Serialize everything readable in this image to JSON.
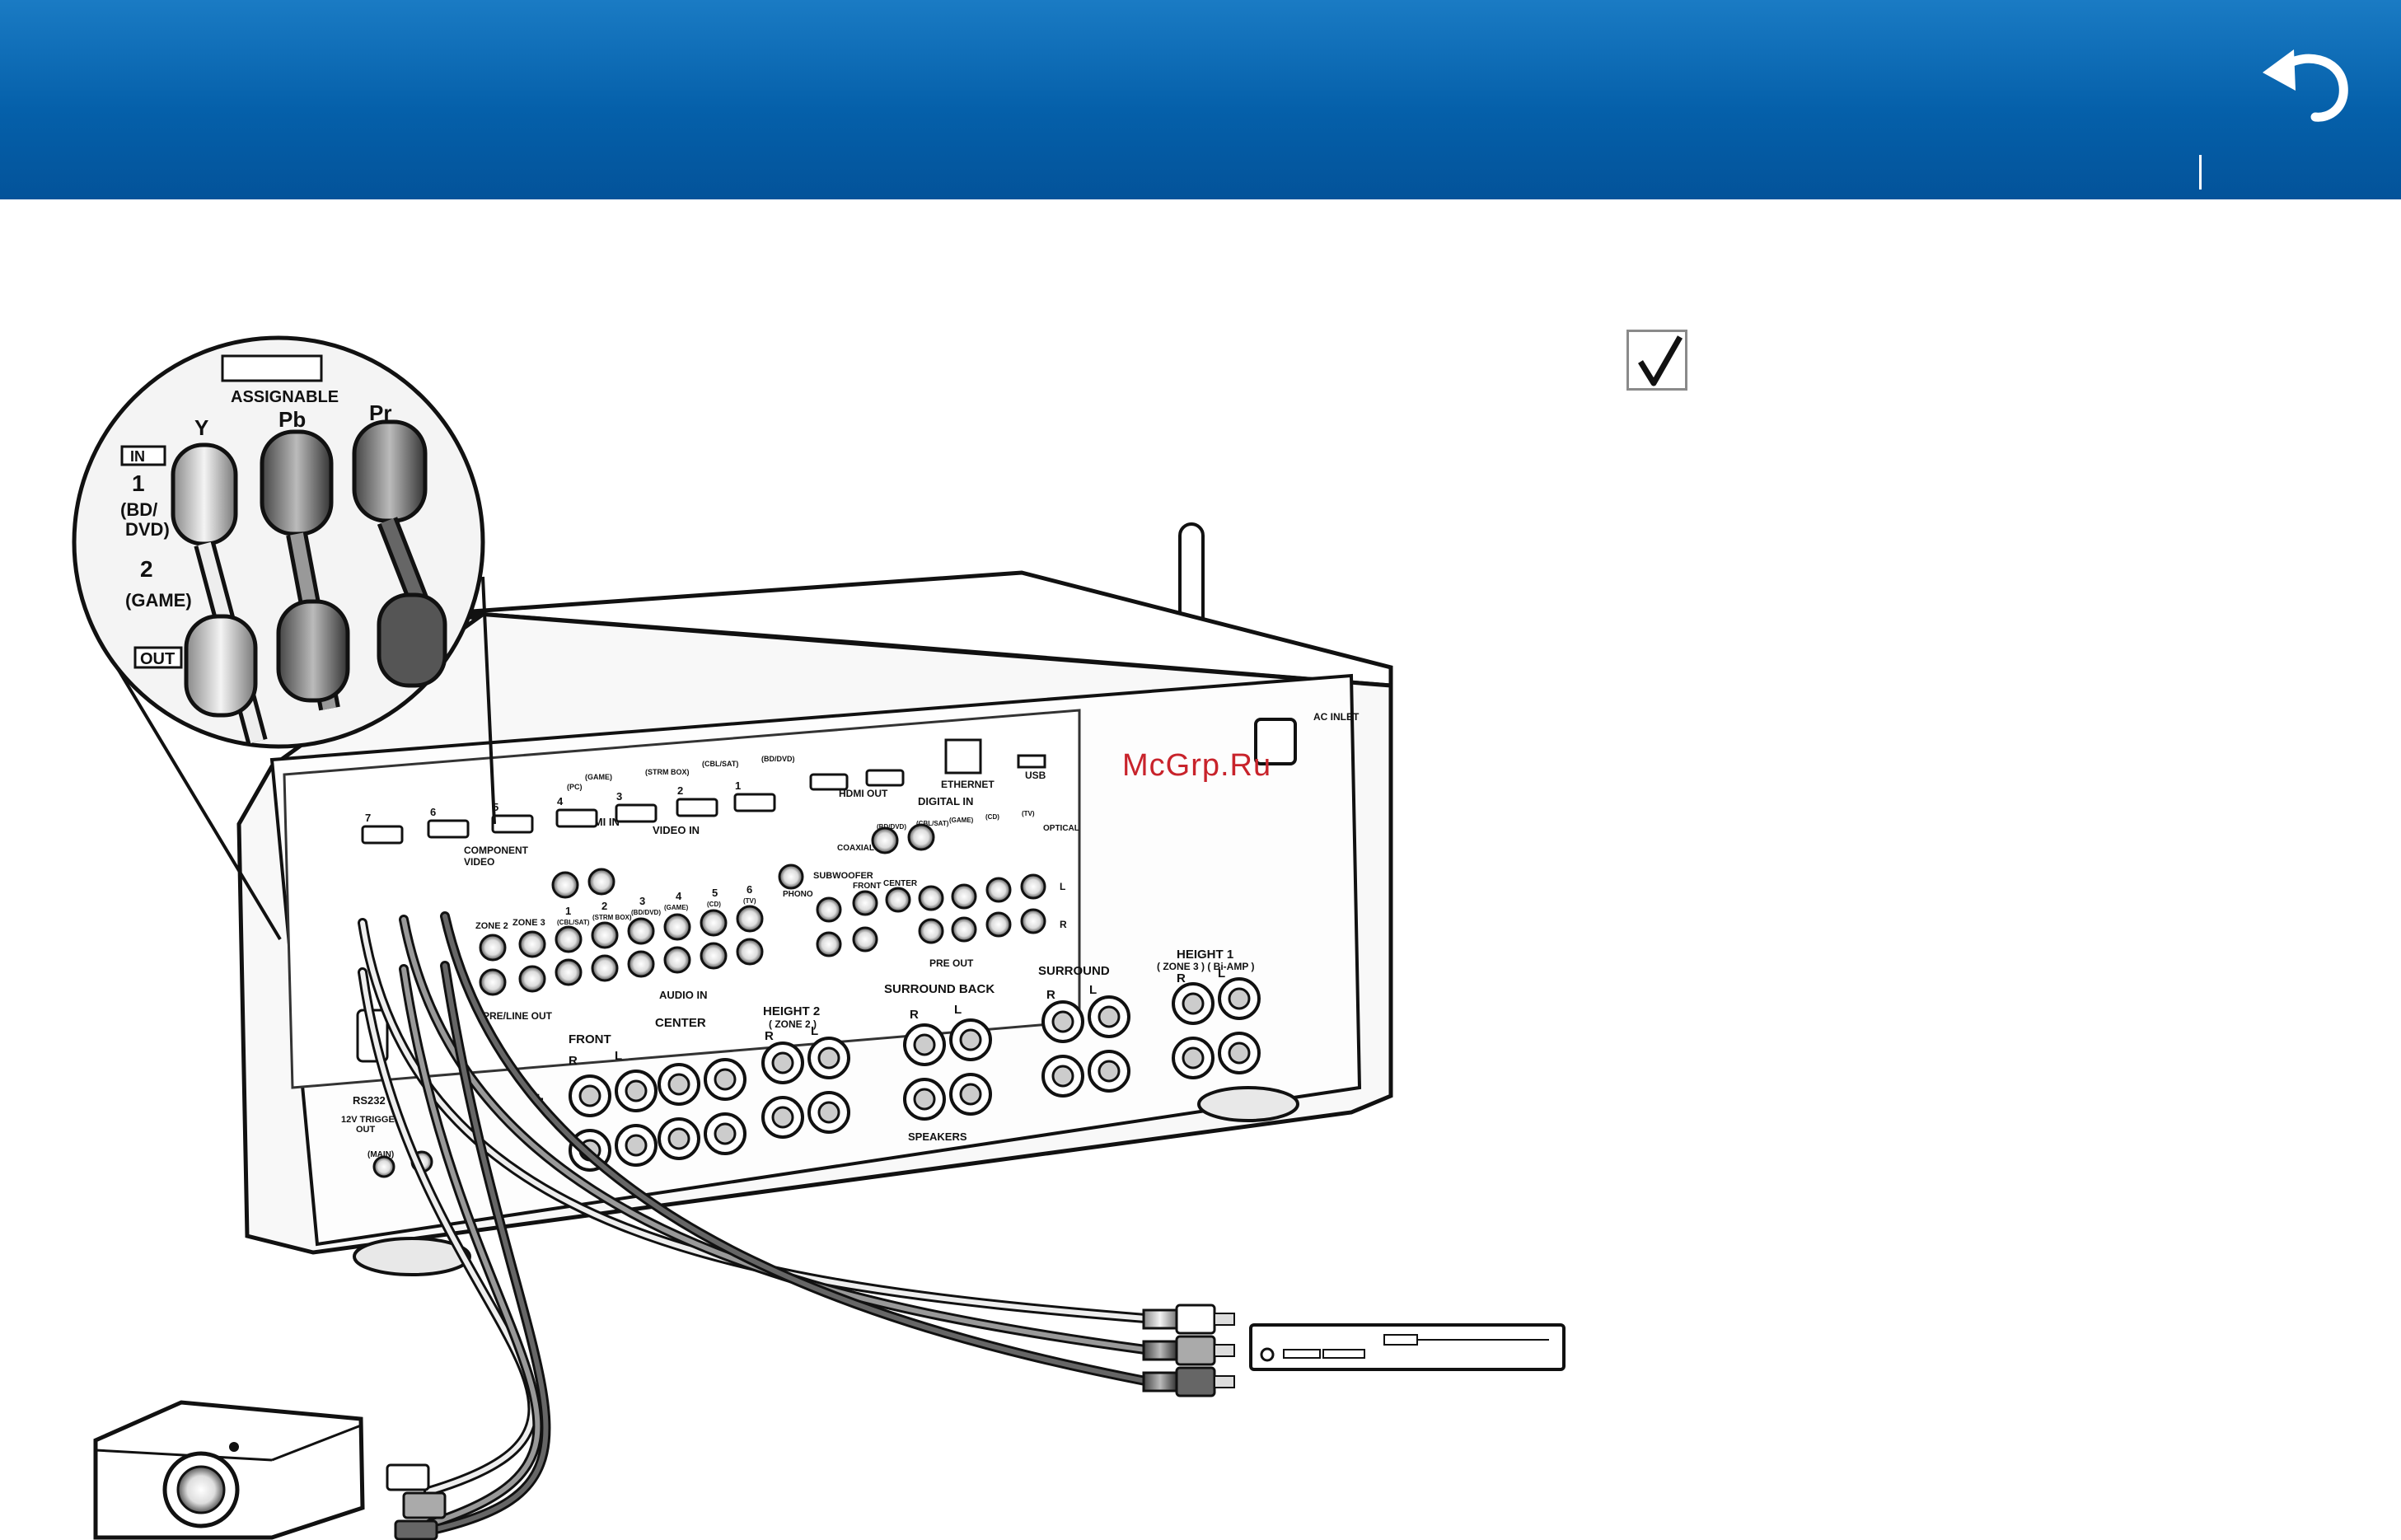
{
  "header": {
    "back_icon": "return-arrow-icon",
    "background_color": "#0560aa"
  },
  "checkbox": {
    "icon": "check-mark-icon"
  },
  "watermark": {
    "text": "McGrp.Ru",
    "color": "#c8232b"
  },
  "magnifier": {
    "assignable": "ASSIGNABLE",
    "y": "Y",
    "pb": "Pb",
    "pr": "Pr",
    "in": "IN",
    "input1_number": "1",
    "input1_line1": "(BD/",
    "input1_line2": "DVD)",
    "input2_number": "2",
    "input2_name": "(GAME)",
    "out": "OUT"
  },
  "receiver": {
    "hdmi_in": "HDMI IN",
    "hdmi_out": "HDMI OUT",
    "video_in": "VIDEO IN",
    "digital_in": "DIGITAL IN",
    "audio_in": "AUDIO IN",
    "pre_out": "PRE OUT",
    "pre_line_out": "PRE/LINE OUT",
    "ethernet": "ETHERNET",
    "usb": "USB",
    "ac_inlet": "AC INLET",
    "component_video_line1": "COMPONENT",
    "component_video_line2": "VIDEO",
    "subwoofer": "SUBWOOFER",
    "front": "FRONT",
    "center": "CENTER",
    "surround": "SURROUND",
    "surround_back": "SURROUND BACK",
    "height1": "HEIGHT 1",
    "height1_sub": "( ZONE 3 ) ( Bi-AMP )",
    "height2": "HEIGHT 2",
    "height2_sub": "( ZONE 2 )",
    "speakers": "SPEAKERS",
    "zone2": "ZONE 2",
    "zone3": "ZONE 3",
    "rs232": "RS232",
    "trigger_line1": "12V TRIGGER",
    "trigger_line2": "OUT",
    "main": "(MAIN)",
    "phono": "PHONO",
    "coaxial": "COAXIAL",
    "optical": "OPTICAL",
    "r": "R",
    "l": "L",
    "plus": "+",
    "hdmi_numbers": [
      "7",
      "6",
      "5",
      "4",
      "3",
      "2",
      "1"
    ],
    "hdmi_tags": [
      "(PC)",
      "(GAME)",
      "(STRM BOX)",
      "(CBL/SAT)",
      "(BD/DVD)"
    ],
    "audio_in_numbers": [
      "1",
      "2",
      "3",
      "4",
      "5",
      "6"
    ],
    "audio_in_tags": [
      "(CBL/SAT)",
      "(STRM BOX)",
      "(BD/DVD)",
      "(GAME)",
      "(CD)",
      "(TV)"
    ],
    "digital_in_tags": [
      "(BD/DVD)",
      "(CBL/SAT)",
      "(GAME)",
      "(CD)",
      "(TV)"
    ]
  }
}
